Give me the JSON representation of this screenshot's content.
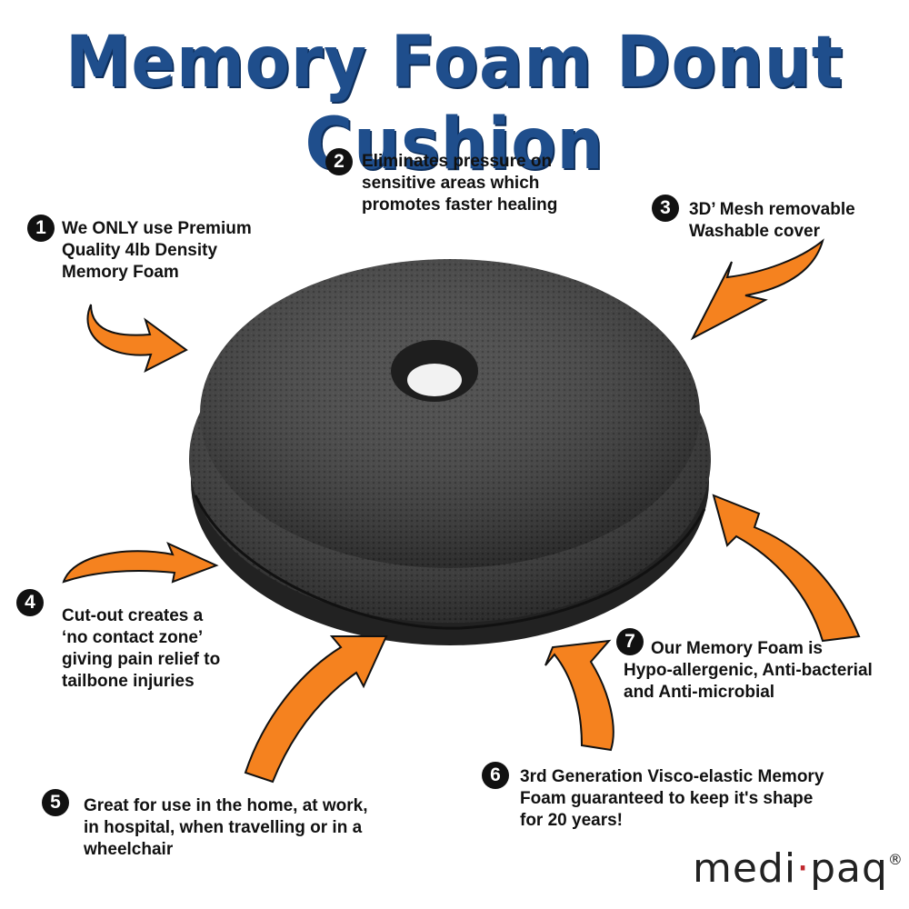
{
  "title": "Memory Foam Donut Cushion",
  "features": [
    {
      "number": "1",
      "lines": [
        "We ONLY use Premium",
        "Quality 4lb Density",
        "Memory Foam"
      ]
    },
    {
      "number": "2",
      "lines": [
        "Eliminates pressure on",
        "sensitive areas which",
        "promotes faster healing"
      ]
    },
    {
      "number": "3",
      "lines": [
        "3D’ Mesh removable",
        "Washable cover"
      ]
    },
    {
      "number": "4",
      "lines": [
        "Cut-out creates a",
        "‘no contact zone’",
        "giving pain relief to",
        "tailbone injuries"
      ]
    },
    {
      "number": "5",
      "lines": [
        "Great for use in the home, at work,",
        "in hospital, when travelling or in a",
        "wheelchair"
      ]
    },
    {
      "number": "6",
      "lines": [
        "3rd Generation Visco-elastic Memory",
        "Foam guaranteed to keep it's shape",
        "for 20 years!"
      ]
    },
    {
      "number": "7",
      "lines": [
        "Our Memory Foam is",
        "Hypo-allergenic, Anti-bacterial",
        "and Anti-microbial"
      ]
    }
  ],
  "logo": {
    "part1": "medi",
    "dot": "·",
    "part2": "paq",
    "reg": "®"
  },
  "colors": {
    "title": "#1f4e8c",
    "arrow": "#f5821f",
    "cushion": "#3a3a3a"
  }
}
